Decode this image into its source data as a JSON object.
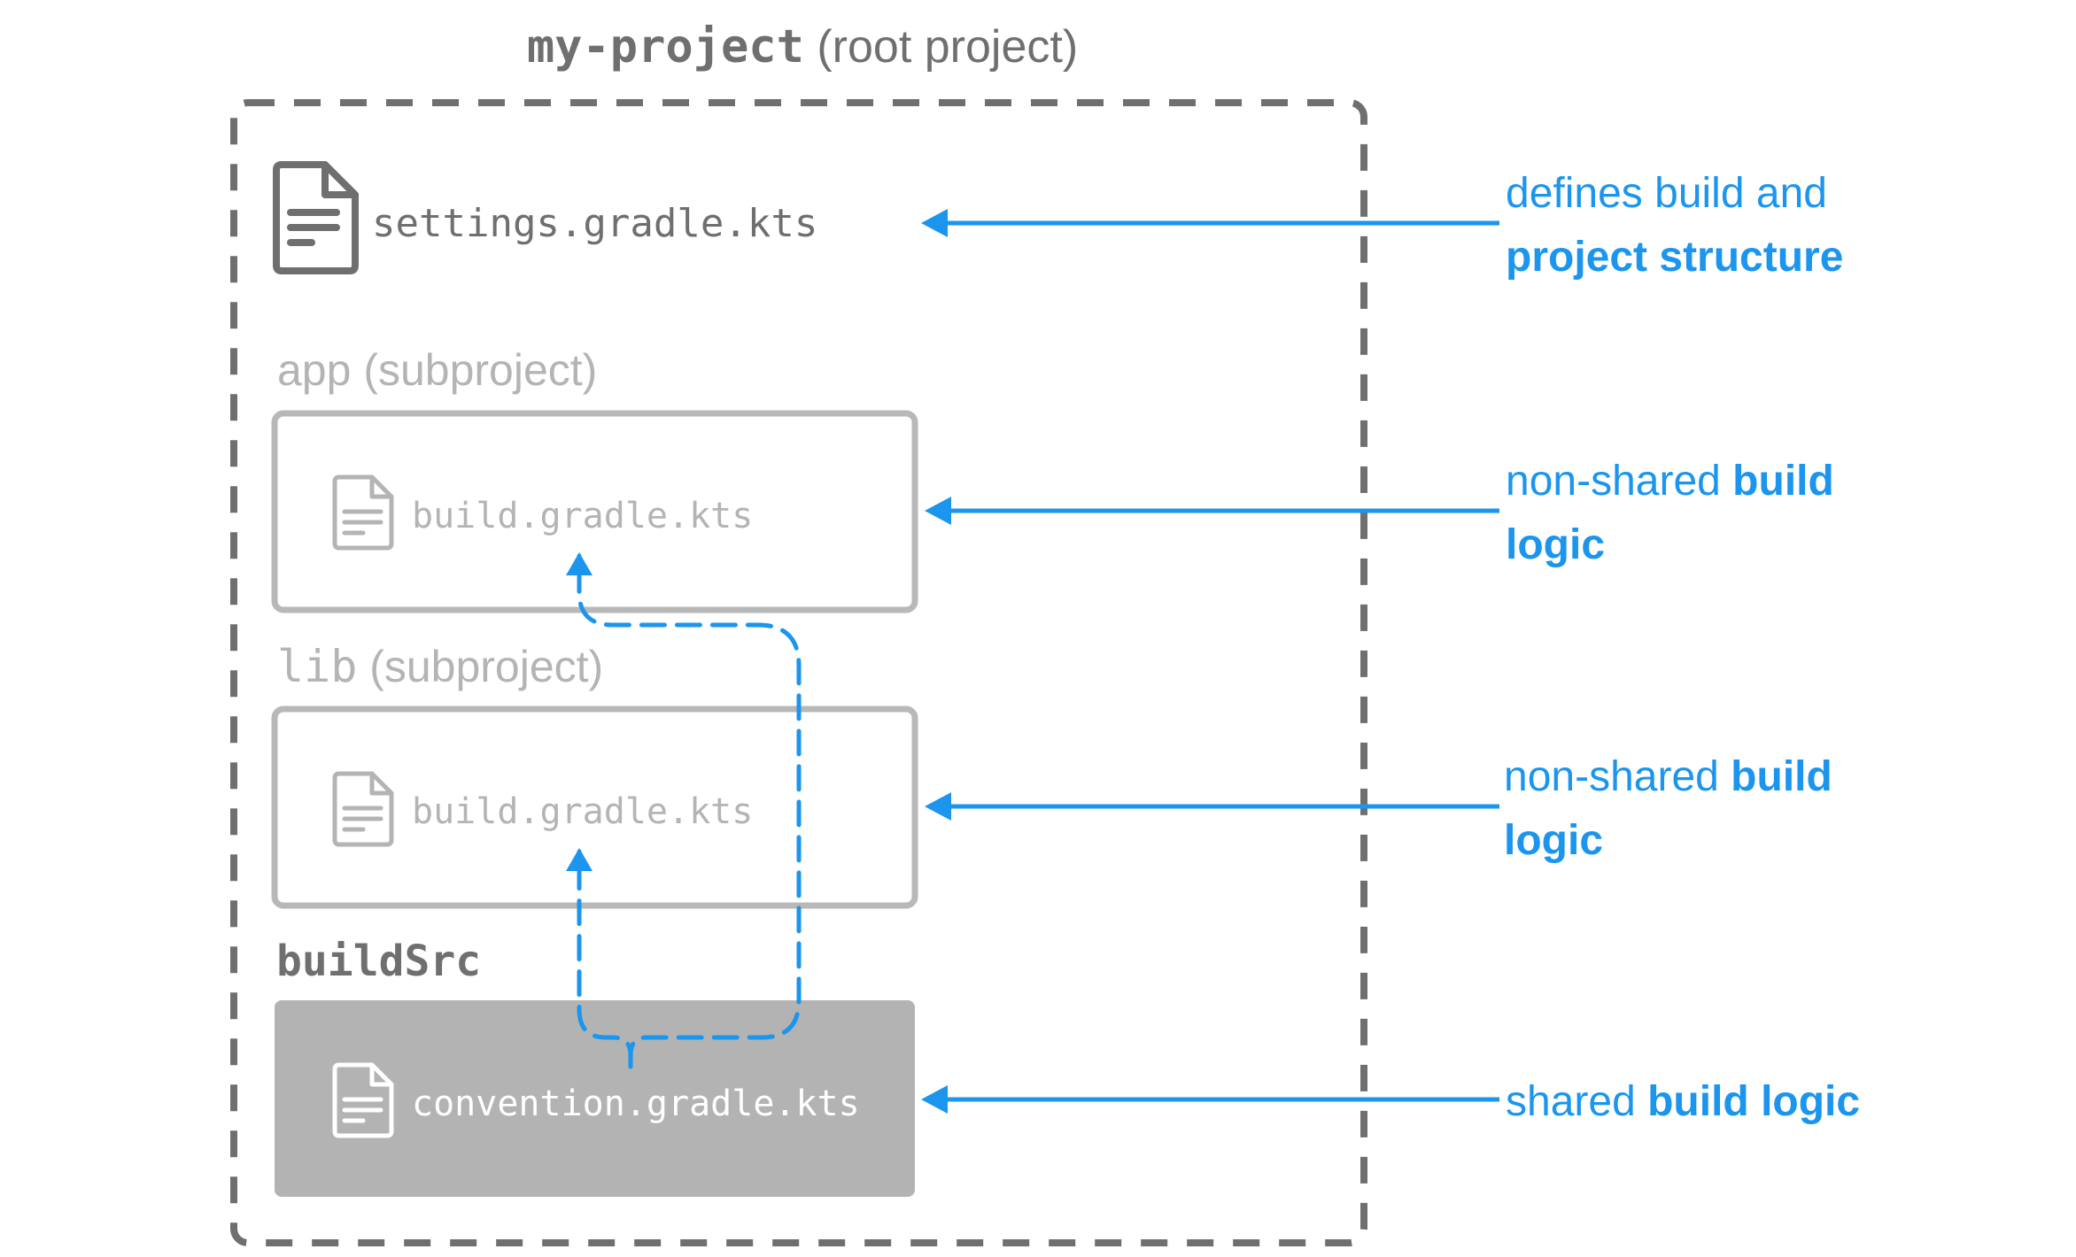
{
  "root": {
    "name": "my-project",
    "suffix": " (root project)"
  },
  "settings_file": "settings.gradle.kts",
  "app": {
    "name": "app",
    "suffix": " (subproject)",
    "file": "build.gradle.kts"
  },
  "lib": {
    "name": "lib",
    "suffix": " (subproject)",
    "file": "build.gradle.kts"
  },
  "buildsrc": {
    "name": "buildSrc",
    "file": "convention.gradle.kts"
  },
  "annotations": {
    "settings": {
      "line1": "defines build and",
      "line2": "project structure"
    },
    "app": {
      "line1_regular": "non-shared ",
      "line1_bold": "build",
      "line2_bold": "logic"
    },
    "lib": {
      "line1_regular": "non-shared ",
      "line1_bold": "build",
      "line2_bold": "logic"
    },
    "buildsrc": {
      "regular": "shared ",
      "bold": "build logic"
    }
  },
  "colors": {
    "accent_blue": "#1b95ee",
    "dark_gray": "#6f6f6f",
    "light_gray": "#b4b4b4",
    "box_border_gray": "#b8b8b8",
    "buildsrc_fill": "#b3b3b3",
    "white": "#ffffff"
  }
}
